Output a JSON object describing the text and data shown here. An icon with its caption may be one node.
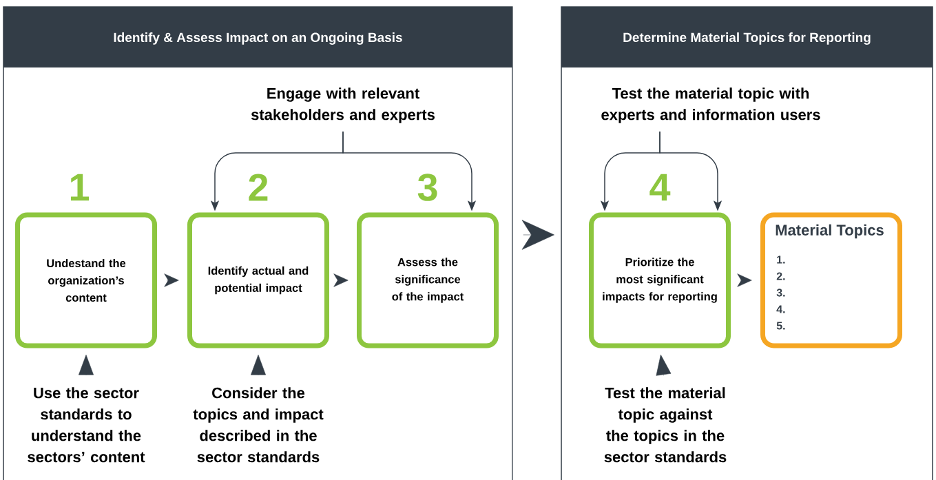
{
  "diagram": {
    "nodes": [
      {
        "text": [
          "Identify & Assess Impact on an Ongoing Basis"
        ]
      },
      {
        "text": [
          "Determine Material Topics for Reporting"
        ]
      },
      {
        "text": [
          "Undestand the organization’s content"
        ],
        "beside": [
          "1"
        ],
        "in": 0
      },
      {
        "text": [
          "Identify actual and potential impact"
        ],
        "beside": [
          "2"
        ],
        "in": 0
      },
      {
        "text": [
          "Assess the significance of the impact"
        ],
        "beside": [
          "3"
        ],
        "in": 0
      },
      {
        "text": [
          "Engage with relevant stakeholders and experts"
        ],
        "in": 0
      },
      {
        "text": [
          "Use the sector standards to understand the sectors’ content"
        ],
        "in": 0
      },
      {
        "text": [
          "Consider the topics and impact described in the sector standards"
        ],
        "in": 0
      },
      {
        "text": [
          "Prioritize the most significant impacts for reporting"
        ],
        "beside": [
          "4"
        ],
        "in": 1
      },
      {
        "text": [
          "Material Topics",
          "1.",
          "2.",
          "3.",
          "4.",
          "5."
        ],
        "in": 1
      },
      {
        "text": [
          "Test the material topic with experts and information users"
        ],
        "in": 1
      },
      {
        "text": [
          "Test the material topic against the topics in the sector standards"
        ],
        "in": 1
      }
    ],
    "edges": [
      {
        "from": 2,
        "to": 3,
        "arrow": "to"
      },
      {
        "from": 3,
        "to": 4,
        "arrow": "to"
      },
      {
        "from": 5,
        "to": 3,
        "arrow": "to"
      },
      {
        "from": 5,
        "to": 4,
        "arrow": "to"
      },
      {
        "from": 6,
        "to": 2,
        "arrow": "to"
      },
      {
        "from": 7,
        "to": 3,
        "arrow": "to"
      },
      {
        "from": 0,
        "to": 1,
        "arrow": "to"
      },
      {
        "from": 10,
        "to": 8,
        "arrow": "to"
      },
      {
        "from": 10,
        "to": 8,
        "arrow": "to"
      },
      {
        "from": 8,
        "to": 9,
        "arrow": "to"
      },
      {
        "from": 11,
        "to": 8,
        "arrow": "to"
      }
    ]
  }
}
